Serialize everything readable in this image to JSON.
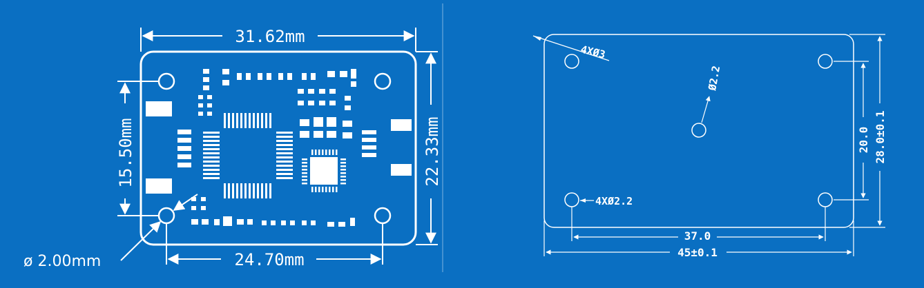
{
  "colors": {
    "background": "#0a6fc2",
    "line": "#ffffff",
    "divider": "#7fb3e0"
  },
  "left_drawing": {
    "dim_width": "31.62mm",
    "dim_height": "22.33mm",
    "dim_hole_pitch_vertical": "15.50mm",
    "dim_hole_pitch_horizontal": "24.70mm",
    "dim_hole_diameter": "ø 2.00mm"
  },
  "right_drawing": {
    "label_corner": "4XØ3",
    "label_center_hole": "Ø2.2",
    "label_mount_holes": "4XØ2.2",
    "dim_hole_pitch_x": "37.0",
    "dim_width": "45±0.1",
    "dim_hole_pitch_y": "20.0",
    "dim_height": "28.0±0.1"
  }
}
